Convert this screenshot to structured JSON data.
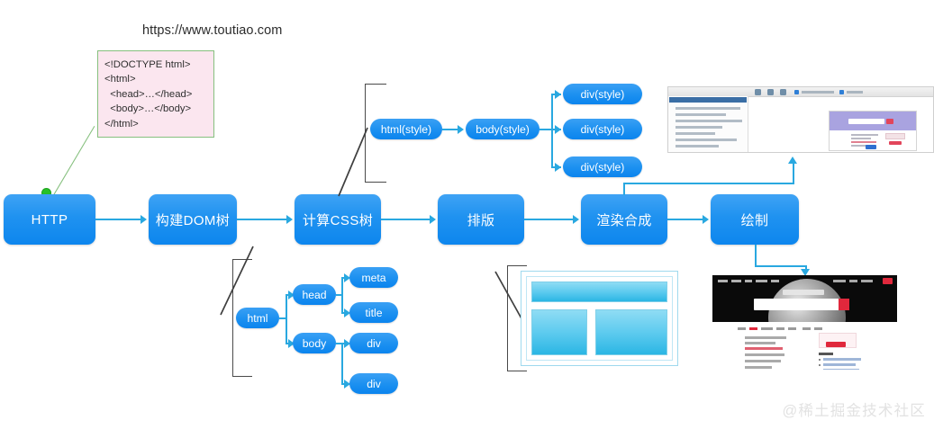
{
  "diagram": {
    "url_label": "https://www.toutiao.com",
    "watermark": "@稀土掘金技术社区",
    "accent_color": "#1b90f0",
    "connector_color": "#29a8e0",
    "bracket_color": "#4a4a4a",
    "code_box": {
      "background": "#fbe6ef",
      "border_color": "#86c07e",
      "lines": [
        "<!DOCTYPE html>",
        "<html>",
        "  <head>…</head>",
        "  <body>…</body>",
        "</html>"
      ]
    },
    "pipeline": [
      {
        "id": "http",
        "label": "HTTP"
      },
      {
        "id": "build-dom",
        "label": "构建DOM树"
      },
      {
        "id": "compute-css",
        "label": "计算CSS树"
      },
      {
        "id": "layout",
        "label": "排版"
      },
      {
        "id": "composite",
        "label": "渲染合成"
      },
      {
        "id": "paint",
        "label": "绘制"
      }
    ],
    "css_tree": {
      "root": "html(style)",
      "body": "body(style)",
      "children": [
        "div(style)",
        "div(style)",
        "div(style)"
      ]
    },
    "dom_tree": {
      "root": "html",
      "head": "head",
      "body": "body",
      "head_children": [
        "meta",
        "title"
      ],
      "body_children": [
        "div",
        "div"
      ]
    },
    "layout_wireframe": {
      "blocks": [
        "header-block",
        "left-block",
        "right-block"
      ]
    },
    "screenshots": {
      "devtools": "devtools-layers-panel-screenshot",
      "rendered_page": "rendered-toutiao-page-screenshot"
    }
  }
}
